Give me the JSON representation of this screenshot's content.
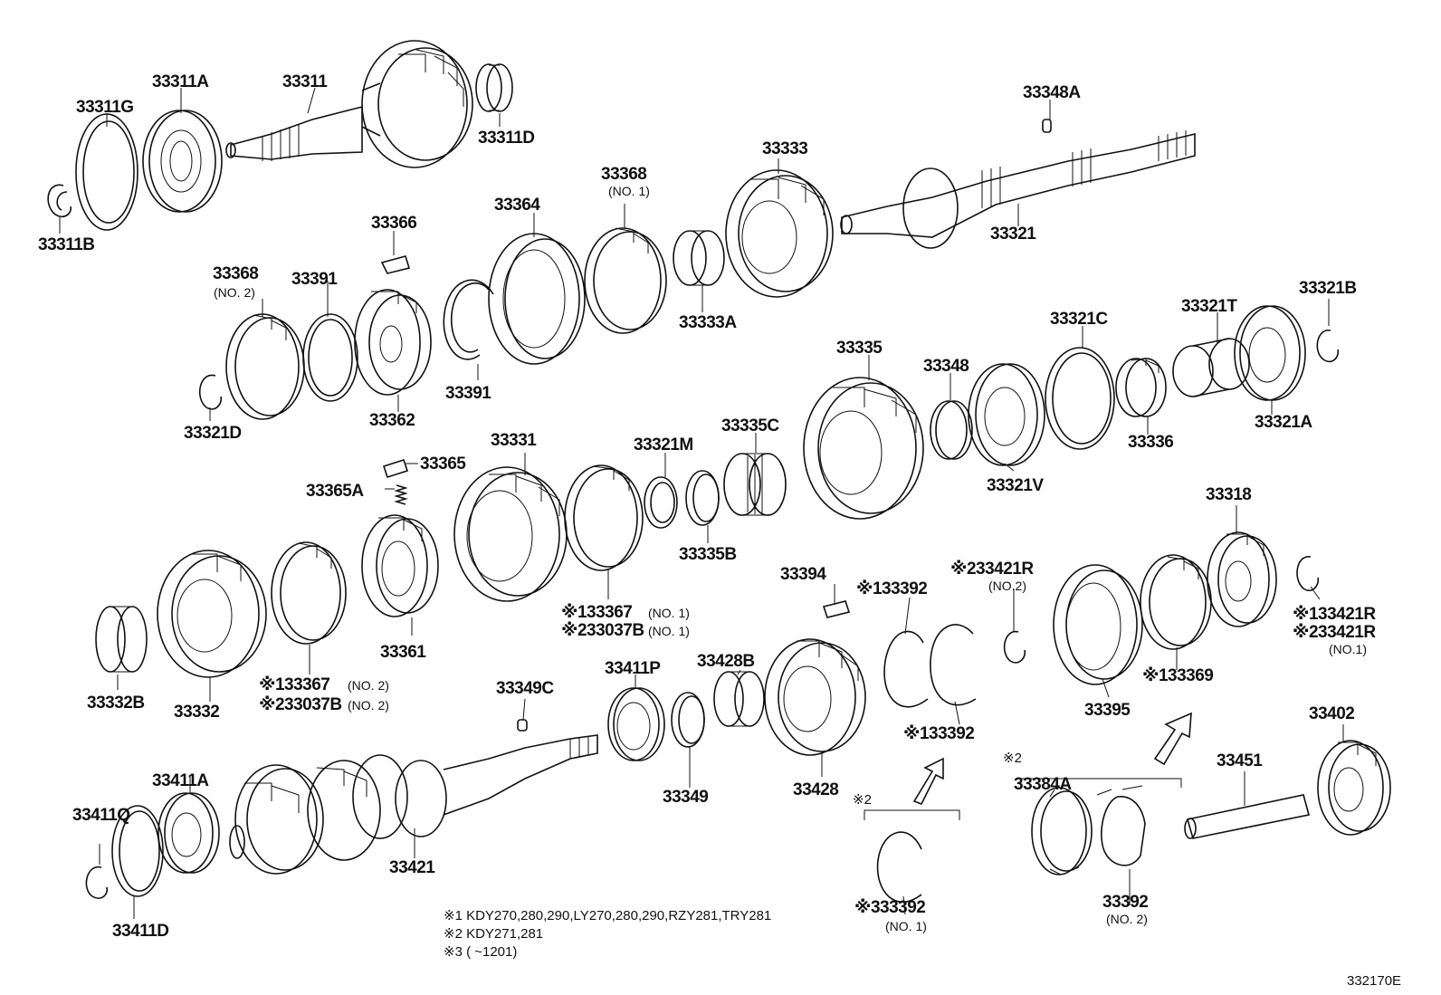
{
  "drawing_code": "332170E",
  "labels": [
    {
      "id": "33311G",
      "text": "33311G"
    },
    {
      "id": "33311A",
      "text": "33311A"
    },
    {
      "id": "33311",
      "text": "33311"
    },
    {
      "id": "33311D",
      "text": "33311D"
    },
    {
      "id": "33311B",
      "text": "33311B"
    },
    {
      "id": "33348A",
      "text": "33348A"
    },
    {
      "id": "33333",
      "text": "33333"
    },
    {
      "id": "33368-1",
      "text": "33368",
      "sub": "(NO. 1)"
    },
    {
      "id": "33366",
      "text": "33366"
    },
    {
      "id": "33364",
      "text": "33364"
    },
    {
      "id": "33321",
      "text": "33321"
    },
    {
      "id": "33368-2",
      "text": "33368",
      "sub": "(NO. 2)"
    },
    {
      "id": "33391a",
      "text": "33391"
    },
    {
      "id": "33333A",
      "text": "33333A"
    },
    {
      "id": "33321B",
      "text": "33321B"
    },
    {
      "id": "33321T",
      "text": "33321T"
    },
    {
      "id": "33321C",
      "text": "33321C"
    },
    {
      "id": "33335",
      "text": "33335"
    },
    {
      "id": "33348",
      "text": "33348"
    },
    {
      "id": "33391b",
      "text": "33391"
    },
    {
      "id": "33362",
      "text": "33362"
    },
    {
      "id": "33321D",
      "text": "33321D"
    },
    {
      "id": "33321A",
      "text": "33321A"
    },
    {
      "id": "33336",
      "text": "33336"
    },
    {
      "id": "33331",
      "text": "33331"
    },
    {
      "id": "33321M",
      "text": "33321M"
    },
    {
      "id": "33335C",
      "text": "33335C"
    },
    {
      "id": "33365",
      "text": "33365"
    },
    {
      "id": "33365A",
      "text": "33365A"
    },
    {
      "id": "33321V",
      "text": "33321V"
    },
    {
      "id": "33318",
      "text": "33318"
    },
    {
      "id": "33335B",
      "text": "33335B"
    },
    {
      "id": "33394",
      "text": "33394"
    },
    {
      "id": "33392-1a",
      "text": "※133392"
    },
    {
      "id": "33421R-2a",
      "text": "※233421R",
      "sub": "(NO.2)"
    },
    {
      "id": "33367-1",
      "text": "※133367",
      "sub": "(NO. 1)"
    },
    {
      "id": "33037B-1",
      "text": "※233037B",
      "sub": "(NO. 1)"
    },
    {
      "id": "33421R-1",
      "text": "※133421R"
    },
    {
      "id": "33421R-2b",
      "text": "※233421R",
      "sub": "(NO.1)"
    },
    {
      "id": "33361",
      "text": "33361"
    },
    {
      "id": "33369",
      "text": "※133369"
    },
    {
      "id": "33332B",
      "text": "33332B"
    },
    {
      "id": "33332",
      "text": "33332"
    },
    {
      "id": "33367-2",
      "text": "※133367",
      "sub": "(NO. 2)"
    },
    {
      "id": "33037B-2",
      "text": "※233037B",
      "sub": "(NO. 2)"
    },
    {
      "id": "33349C",
      "text": "33349C"
    },
    {
      "id": "33411P",
      "text": "33411P"
    },
    {
      "id": "33428B",
      "text": "33428B"
    },
    {
      "id": "33395",
      "text": "33395"
    },
    {
      "id": "33402",
      "text": "33402"
    },
    {
      "id": "33392-1b",
      "text": "※133392"
    },
    {
      "id": "33349",
      "text": "33349"
    },
    {
      "id": "33428",
      "text": "33428"
    },
    {
      "id": "33451",
      "text": "33451"
    },
    {
      "id": "33411A",
      "text": "33411A"
    },
    {
      "id": "33411Q",
      "text": "33411Q"
    },
    {
      "id": "33421",
      "text": "33421"
    },
    {
      "id": "33384A",
      "text": "33384A"
    },
    {
      "id": "33411D",
      "text": "33411D"
    },
    {
      "id": "33392-3",
      "text": "※333392",
      "sub": "(NO. 1)"
    },
    {
      "id": "33392-2",
      "text": "33392",
      "sub": "(NO. 2)"
    }
  ],
  "group_marks": [
    {
      "id": "group-2a",
      "text": "※2"
    },
    {
      "id": "group-2b",
      "text": "※2"
    }
  ],
  "notes": [
    "※1 KDY270,280,290,LY270,280,290,RZY281,TRY281",
    "※2 KDY271,281",
    "※3 (       ~1201)"
  ]
}
